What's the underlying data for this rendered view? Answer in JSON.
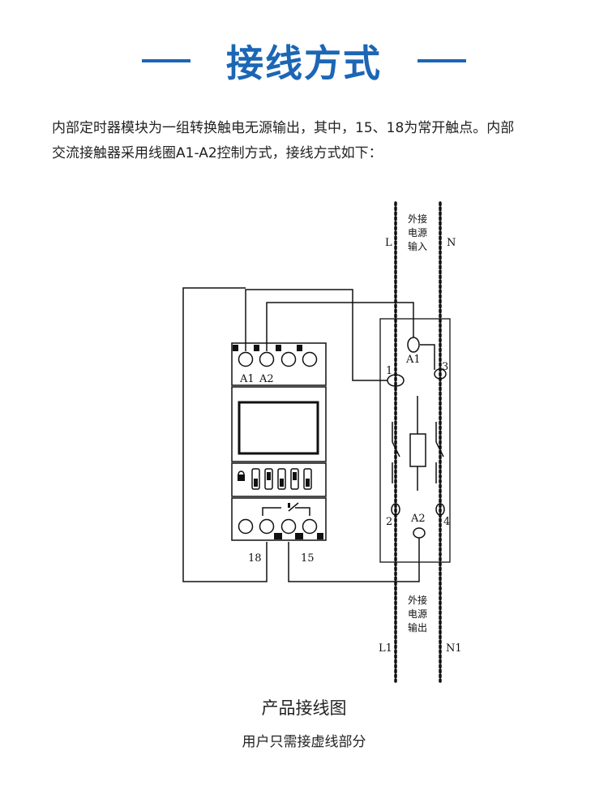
{
  "header": {
    "title": "接线方式"
  },
  "intro": {
    "line1": "内部定时器模块为一组转换触电无源输出，其中，15、18为常开触点。内部",
    "line2": "交流接触器采用线圈A1-A2控制方式，接线方式如下："
  },
  "diagram": {
    "input_note": [
      "外接",
      "电源",
      "输入"
    ],
    "output_note": [
      "外接",
      "电源",
      "输出"
    ],
    "line_L": "L",
    "line_N": "N",
    "line_L1": "L1",
    "line_N1": "N1",
    "timer_a1": "A1",
    "timer_a2": "A2",
    "timer_18": "18",
    "timer_15": "15",
    "contactor_a1": "A1",
    "contactor_a2": "A2",
    "contactor_1": "1",
    "contactor_3": "3",
    "contactor_2": "2",
    "contactor_4": "4"
  },
  "caption": {
    "main": "产品接线图",
    "sub": "用户只需接虚线部分"
  },
  "colors": {
    "accent": "#1b66b5",
    "line": "#111111"
  }
}
